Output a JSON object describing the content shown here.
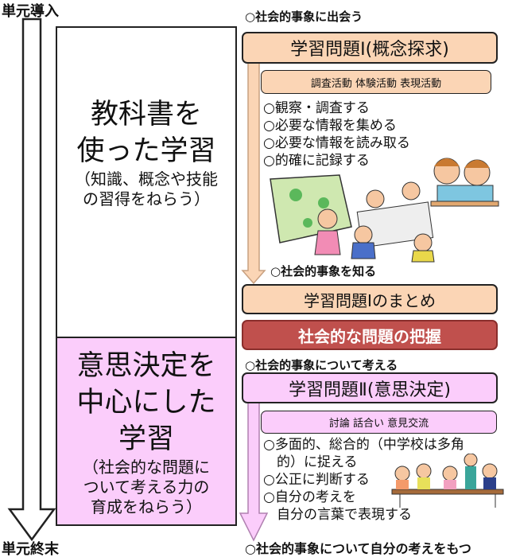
{
  "unit_start": "単元導入",
  "unit_end": "単元終末",
  "left": {
    "textbook_title": [
      "教科書を",
      "使った学習"
    ],
    "textbook_sub": [
      "（知識、概念や技能",
      "の習得をねらう）"
    ],
    "decision_title": [
      "意思決定を",
      "中心にした",
      "学習"
    ],
    "decision_sub": [
      "（社会的な問題に",
      "ついて考える力の",
      "育成をねらう）"
    ]
  },
  "right": {
    "encounter": "○社会的事象に出会う",
    "problem1": "学習問題Ⅰ(概念探求)",
    "activities1": "調査活動  体験活動  表現活動",
    "bullets1": [
      "○観察・調査する",
      "○必要な情報を集める",
      "○必要な情報を読み取る",
      "○的確に記録する"
    ],
    "know": "○社会的事象を知る",
    "summary1": "学習問題Ⅰのまとめ",
    "grasp": "社会的な問題の把握",
    "think": "○社会的事象について考える",
    "problem2": "学習問題Ⅱ(意思決定)",
    "activities2": "討論  話合い  意見交流",
    "bullets2": [
      "○多面的、総合的（中学校は多角",
      "　的）に捉える",
      "○公正に判断する",
      "○自分の考えを",
      "　自分の言葉で表現する"
    ],
    "conclusion": "○社会的事象について自分の考えをもつ"
  },
  "colors": {
    "peach": "#fbd5b5",
    "pink": "#fbcdfb",
    "red": "#c0504d"
  }
}
